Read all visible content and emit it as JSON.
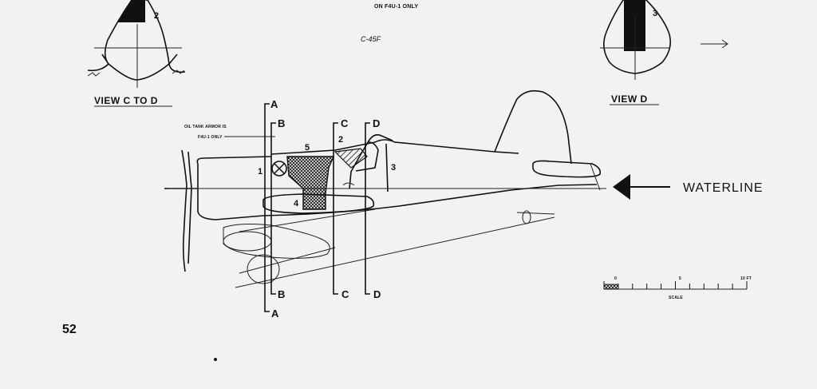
{
  "header_note": "ON F4U-1 ONLY",
  "handwritten_note": "C-45F",
  "view_c_to_d": {
    "caption": "VIEW C TO D",
    "callout": "2"
  },
  "view_d": {
    "caption": "VIEW D",
    "callout": "3"
  },
  "oil_tank_note": {
    "line1": "OIL TANK ARMOR IS",
    "line2": "F4U-1 ONLY"
  },
  "sections": {
    "a_top": "A",
    "a_bottom": "A",
    "b_top": "B",
    "b_bottom": "B",
    "c_top": "C",
    "c_bottom": "C",
    "d_top": "D",
    "d_bottom": "D"
  },
  "callouts": {
    "one": "1",
    "two": "2",
    "three": "3",
    "four": "4",
    "five": "5"
  },
  "waterline": {
    "label": "WATERLINE"
  },
  "scale": {
    "start": "0",
    "mid": "5",
    "end": "10 FT",
    "label": "SCALE"
  },
  "page_number": "52",
  "colors": {
    "ink": "#111111",
    "paper": "#f2f2f0"
  }
}
